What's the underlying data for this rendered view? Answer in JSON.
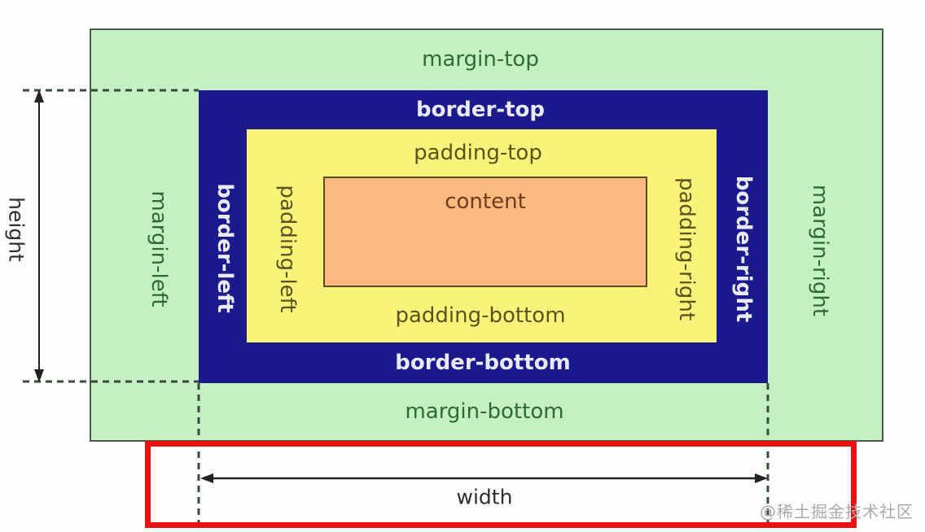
{
  "box_model": {
    "margin": {
      "top": "margin-top",
      "right": "margin-right",
      "bottom": "margin-bottom",
      "left": "margin-left"
    },
    "border": {
      "top": "border-top",
      "right": "border-right",
      "bottom": "border-bottom",
      "left": "border-left"
    },
    "padding": {
      "top": "padding-top",
      "right": "padding-right",
      "bottom": "padding-bottom",
      "left": "padding-left"
    },
    "content_label": "content"
  },
  "dimensions": {
    "height_label": "height",
    "width_label": "width"
  },
  "watermark": "@稀土掘金技术社区",
  "colors": {
    "margin_area_bg": "#c5f0c4",
    "border_area_bg": "#1a1a8c",
    "padding_area_bg": "#faf379",
    "content_area_bg": "#f9ba80",
    "highlight_box_red": "#ea120e",
    "margin_label_text": "#2d6b33",
    "border_label_text": "#eaeafc",
    "padding_label_text": "#5d521c",
    "content_label_text": "#6e3a1e",
    "dimension_text": "#2e2e2e",
    "watermark_text": "#aaaaaa"
  }
}
